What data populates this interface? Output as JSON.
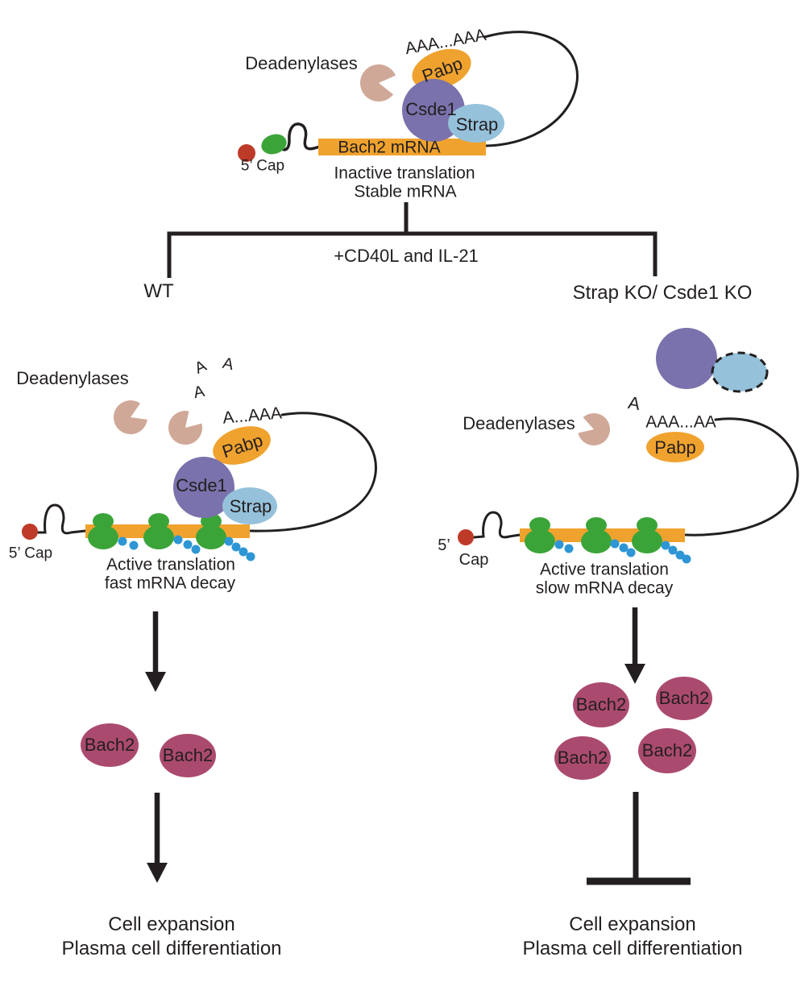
{
  "colors": {
    "orange": "#F0A22E",
    "purple": "#7A72AC",
    "light_blue": "#95C1DB",
    "tan": "#D0A898",
    "green": "#3BA439",
    "red": "#BE3A28",
    "maroon": "#AB4A6F",
    "dot_blue": "#2E96D5",
    "line": "#231F20"
  },
  "top": {
    "deadenylases": "Deadenylases",
    "polyA": "AAA...AAA",
    "pabp": "Pabp",
    "csde1": "Csde1",
    "strap": "Strap",
    "mrna": "Bach2 mRNA",
    "cap": "5’ Cap",
    "caption_line1": "Inactive translation",
    "caption_line2": "Stable mRNA"
  },
  "branch": {
    "stimulus": "+CD40L and IL-21",
    "left_label": "WT",
    "right_label": "Strap KO/ Csde1 KO"
  },
  "wt": {
    "deadenylases": "Deadenylases",
    "free_a": [
      "A",
      "A",
      "A"
    ],
    "polyA": "A...AAA",
    "pabp": "Pabp",
    "csde1": "Csde1",
    "strap": "Strap",
    "cap": "5’ Cap",
    "caption_line1": "Active translation",
    "caption_line2": "fast mRNA decay",
    "bach2": [
      "Bach2",
      "Bach2"
    ],
    "outcome_line1": "Cell expansion",
    "outcome_line2": "Plasma cell differentiation"
  },
  "ko": {
    "deadenylases": "Deadenylases",
    "free_a": [
      "A"
    ],
    "polyA": "AAA...AA",
    "pabp": "Pabp",
    "cap_5": "5’",
    "cap_word": "Cap",
    "caption_line1": "Active translation",
    "caption_line2": "slow mRNA decay",
    "bach2": [
      "Bach2",
      "Bach2",
      "Bach2",
      "Bach2"
    ],
    "outcome_line1": "Cell expansion",
    "outcome_line2": "Plasma cell differentiation"
  }
}
